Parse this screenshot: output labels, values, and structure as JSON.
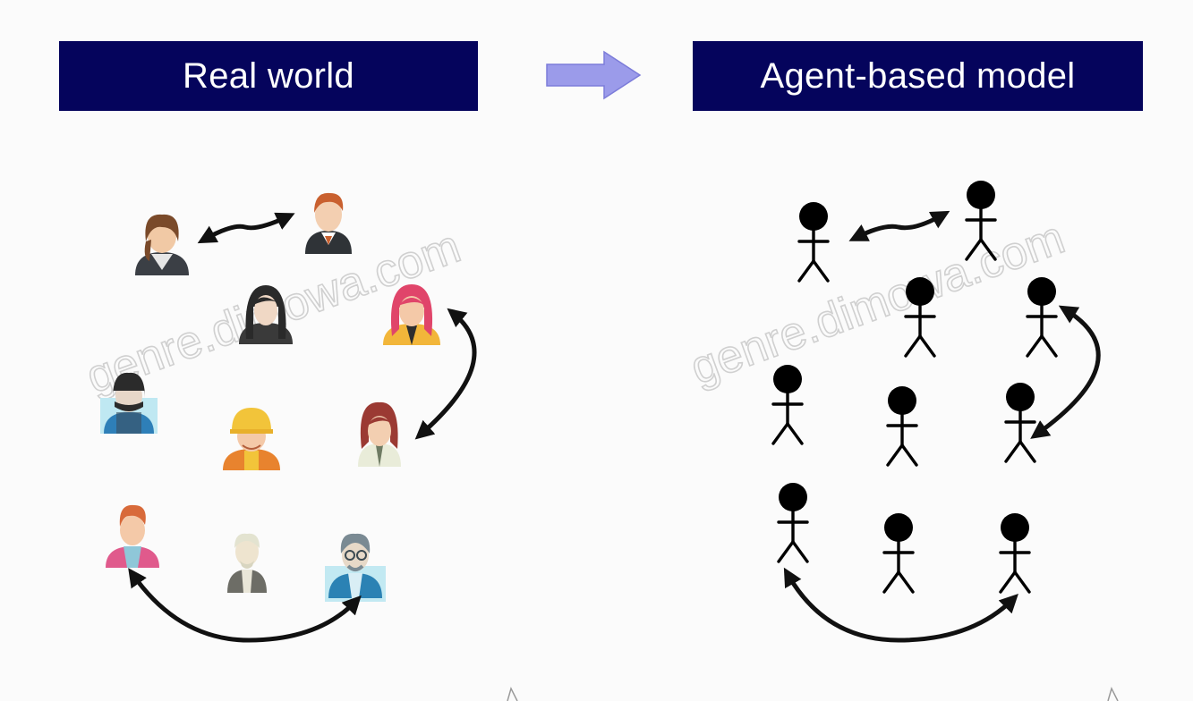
{
  "left_panel": {
    "title": "Real world",
    "people": [
      {
        "icon": "woman-brown-hair-icon",
        "colors": {
          "hair": "#7a4a2a",
          "skin": "#f1c9a5",
          "body": "#3b3f45"
        }
      },
      {
        "icon": "man-ginger-hair-icon",
        "colors": {
          "hair": "#c9602f",
          "skin": "#f3cfb1",
          "body": "#2f3337"
        }
      },
      {
        "icon": "woman-black-hair-icon",
        "colors": {
          "hair": "#2a2a2a",
          "skin": "#f0d8c5",
          "body": "#3a3a3a"
        }
      },
      {
        "icon": "woman-red-hair-icon",
        "colors": {
          "hair": "#e0456a",
          "skin": "#f4c9a8",
          "body": "#f2b63a"
        }
      },
      {
        "icon": "man-dark-cap-icon",
        "colors": {
          "hair": "#2b2b2b",
          "skin": "#e6d6c8",
          "body": "#2e7fb8"
        }
      },
      {
        "icon": "worker-hardhat-icon",
        "colors": {
          "hair": "#f2c43a",
          "skin": "#f4c9a8",
          "body": "#e8832e"
        }
      },
      {
        "icon": "woman-auburn-hair-icon",
        "colors": {
          "hair": "#9b3a33",
          "skin": "#f3cfb1",
          "body": "#e9ecd9"
        }
      },
      {
        "icon": "man-ginger-pink-shirt-icon",
        "colors": {
          "hair": "#d86a3a",
          "skin": "#f4c9a8",
          "body": "#e05a8c"
        }
      },
      {
        "icon": "elderly-man-icon",
        "colors": {
          "hair": "#e3e3d0",
          "skin": "#eee4cf",
          "body": "#6d6d66"
        }
      },
      {
        "icon": "man-glasses-icon",
        "colors": {
          "hair": "#7a8a93",
          "skin": "#e7d9c8",
          "body": "#2b82b4"
        }
      }
    ]
  },
  "arrow": {
    "icon": "right-arrow-icon",
    "fill": "#9b9bea",
    "stroke": "#7c7cd9"
  },
  "right_panel": {
    "title": "Agent-based model",
    "agents_icon": "stick-figure-icon"
  },
  "interaction_arrow_icon": "double-headed-arrow-icon",
  "watermark": {
    "text": "genre.dimowa.com",
    "color": "#c9c9c9"
  },
  "colors": {
    "title_background": "#05045c",
    "title_text": "#ffffff",
    "page_background": "#fbfbfb",
    "arrows": "#111111"
  }
}
